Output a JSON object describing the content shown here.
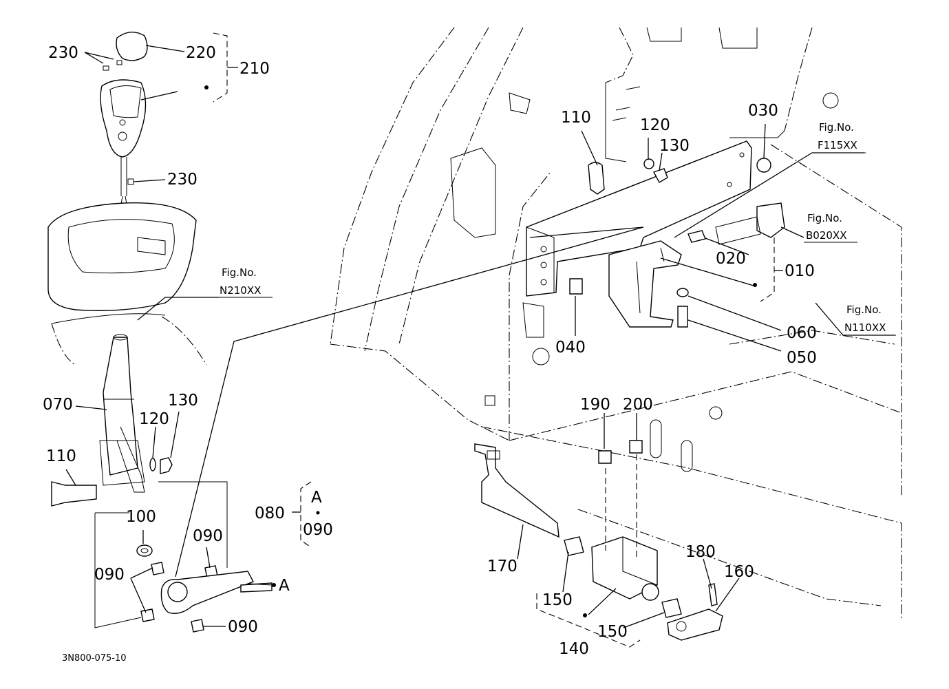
{
  "drawing_code": "3N800-075-10",
  "labels": {
    "p230a": "230",
    "p220": "220",
    "p210": "210",
    "p230b": "230",
    "p070": "070",
    "p120a": "120",
    "p130a": "130",
    "p110a": "110",
    "p100": "100",
    "p090a": "090",
    "p090b": "090",
    "p090c": "090",
    "p080": "080",
    "p080_ref": "A",
    "p080_sub": "090",
    "pA": "A",
    "p110b": "110",
    "p120b": "120",
    "p130b": "130",
    "p030": "030",
    "p020": "020",
    "p010": "010",
    "p040": "040",
    "p060": "060",
    "p050": "050",
    "p190": "190",
    "p200": "200",
    "p170": "170",
    "p150a": "150",
    "p150b": "150",
    "p140": "140",
    "p180": "180",
    "p160": "160"
  },
  "fig_refs": {
    "n210": {
      "title": "Fig.No.",
      "code": "N210XX"
    },
    "f115": {
      "title": "Fig.No.",
      "code": "F115XX"
    },
    "b020": {
      "title": "Fig.No.",
      "code": "B020XX"
    },
    "n110": {
      "title": "Fig.No.",
      "code": "N110XX"
    }
  }
}
